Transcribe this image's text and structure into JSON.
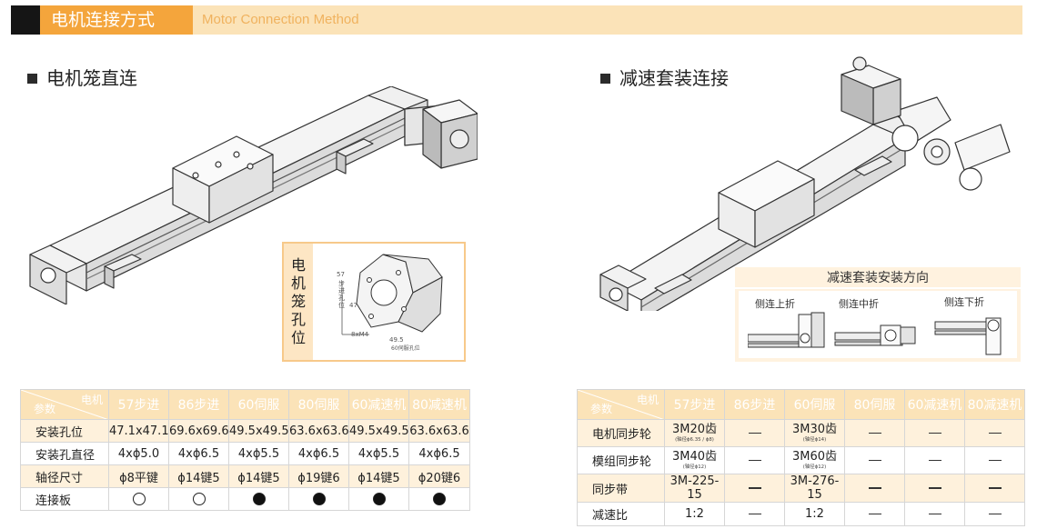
{
  "header": {
    "title": "电机连接方式",
    "subtitle": "Motor Connection Method"
  },
  "left_section": {
    "title": "电机笼直连",
    "cage_label": [
      "电",
      "机",
      "笼",
      "孔",
      "位"
    ],
    "cage_dims": {
      "side_label_num": "57",
      "side_label_text": [
        "步",
        "进",
        "孔",
        "位"
      ],
      "dim_47": "47",
      "dim_49": "49.5",
      "holes": "8xM4",
      "servo_hole": "60伺服孔位"
    }
  },
  "right_section": {
    "title": "减速套装连接",
    "direction_box": {
      "title": "减速套装安装方向",
      "options": [
        "侧连上折",
        "侧连中折",
        "侧连下折"
      ]
    }
  },
  "table_left": {
    "corner_top": "电机",
    "corner_bottom": "参数",
    "columns": [
      "57步进",
      "86步进",
      "60伺服",
      "80伺服",
      "60减速机",
      "80减速机"
    ],
    "rows": [
      {
        "label": "安装孔位",
        "cells": [
          "47.1x47.1",
          "69.6x69.6",
          "49.5x49.5",
          "63.6x63.6",
          "49.5x49.5",
          "63.6x63.6"
        ]
      },
      {
        "label": "安装孔直径",
        "cells": [
          "4xϕ5.0",
          "4xϕ6.5",
          "4xϕ5.5",
          "4xϕ6.5",
          "4xϕ5.5",
          "4xϕ6.5"
        ]
      },
      {
        "label": "轴径尺寸",
        "cells": [
          "ϕ8平键",
          "ϕ14键5",
          "ϕ14键5",
          "ϕ19键6",
          "ϕ14键5",
          "ϕ20键6"
        ]
      },
      {
        "label": "连接板",
        "symbols": [
          "open",
          "open",
          "filled",
          "filled",
          "filled",
          "filled"
        ]
      }
    ]
  },
  "table_right": {
    "corner_top": "电机",
    "corner_bottom": "参数",
    "columns": [
      "57步进",
      "86步进",
      "60伺服",
      "80伺服",
      "60减速机",
      "80减速机"
    ],
    "rows": [
      {
        "label": "电机同步轮",
        "cells": [
          {
            "main": "3M20齿",
            "sub": "(轴径ϕ6.35 / ϕ8)"
          },
          {
            "dash": true
          },
          {
            "main": "3M30齿",
            "sub": "(轴径ϕ14)"
          },
          {
            "dash": true
          },
          {
            "dash": true
          },
          {
            "dash": true
          }
        ]
      },
      {
        "label": "模组同步轮",
        "cells": [
          {
            "main": "3M40齿",
            "sub": "(轴径ϕ12)"
          },
          {
            "dash": true
          },
          {
            "main": "3M60齿",
            "sub": "(轴径ϕ12)"
          },
          {
            "dash": true
          },
          {
            "dash": true
          },
          {
            "dash": true
          }
        ]
      },
      {
        "label": "同步带",
        "cells": [
          {
            "main": "3M-225-15"
          },
          {
            "dash": true
          },
          {
            "main": "3M-276-15"
          },
          {
            "dash": true
          },
          {
            "dash": true
          },
          {
            "dash": true
          }
        ]
      },
      {
        "label": "减速比",
        "cells": [
          {
            "main": "1:2"
          },
          {
            "dash": true
          },
          {
            "main": "1:2"
          },
          {
            "dash": true
          },
          {
            "dash": true
          },
          {
            "dash": true
          }
        ]
      }
    ]
  },
  "colors": {
    "accent_orange": "#f4a53c",
    "banner_light": "#fbe3b8",
    "row_tint": "#fef1dc"
  }
}
